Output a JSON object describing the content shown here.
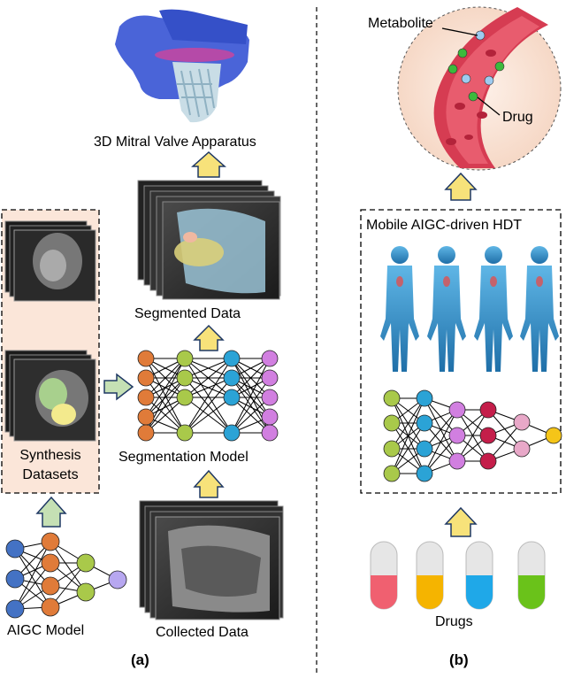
{
  "panel_a": {
    "caption": "(a)",
    "valve_label": "3D Mitral Valve Apparatus",
    "segmented_label": "Segmented Data",
    "seg_model_label": "Segmentation Model",
    "synthesis_label_1": "Synthesis",
    "synthesis_label_2": "Datasets",
    "aigc_label": "AIGC Model",
    "collected_label": "Collected Data"
  },
  "panel_b": {
    "caption": "(b)",
    "metabolite_label": "Metabolite",
    "drug_label": "Drug",
    "hdt_label": "Mobile AIGC-driven HDT",
    "drugs_label": "Drugs"
  },
  "colors": {
    "arrow_yellow": "#f7e27a",
    "arrow_green": "#c5e0b4",
    "box_fill": "#fbe6d9",
    "blue_node": "#4472c4",
    "orange_node": "#e07b39",
    "green_node": "#a9c94a",
    "cyan_node": "#2ba3d6",
    "violet_node": "#d17fe0",
    "crimson_node": "#c41e4a"
  }
}
